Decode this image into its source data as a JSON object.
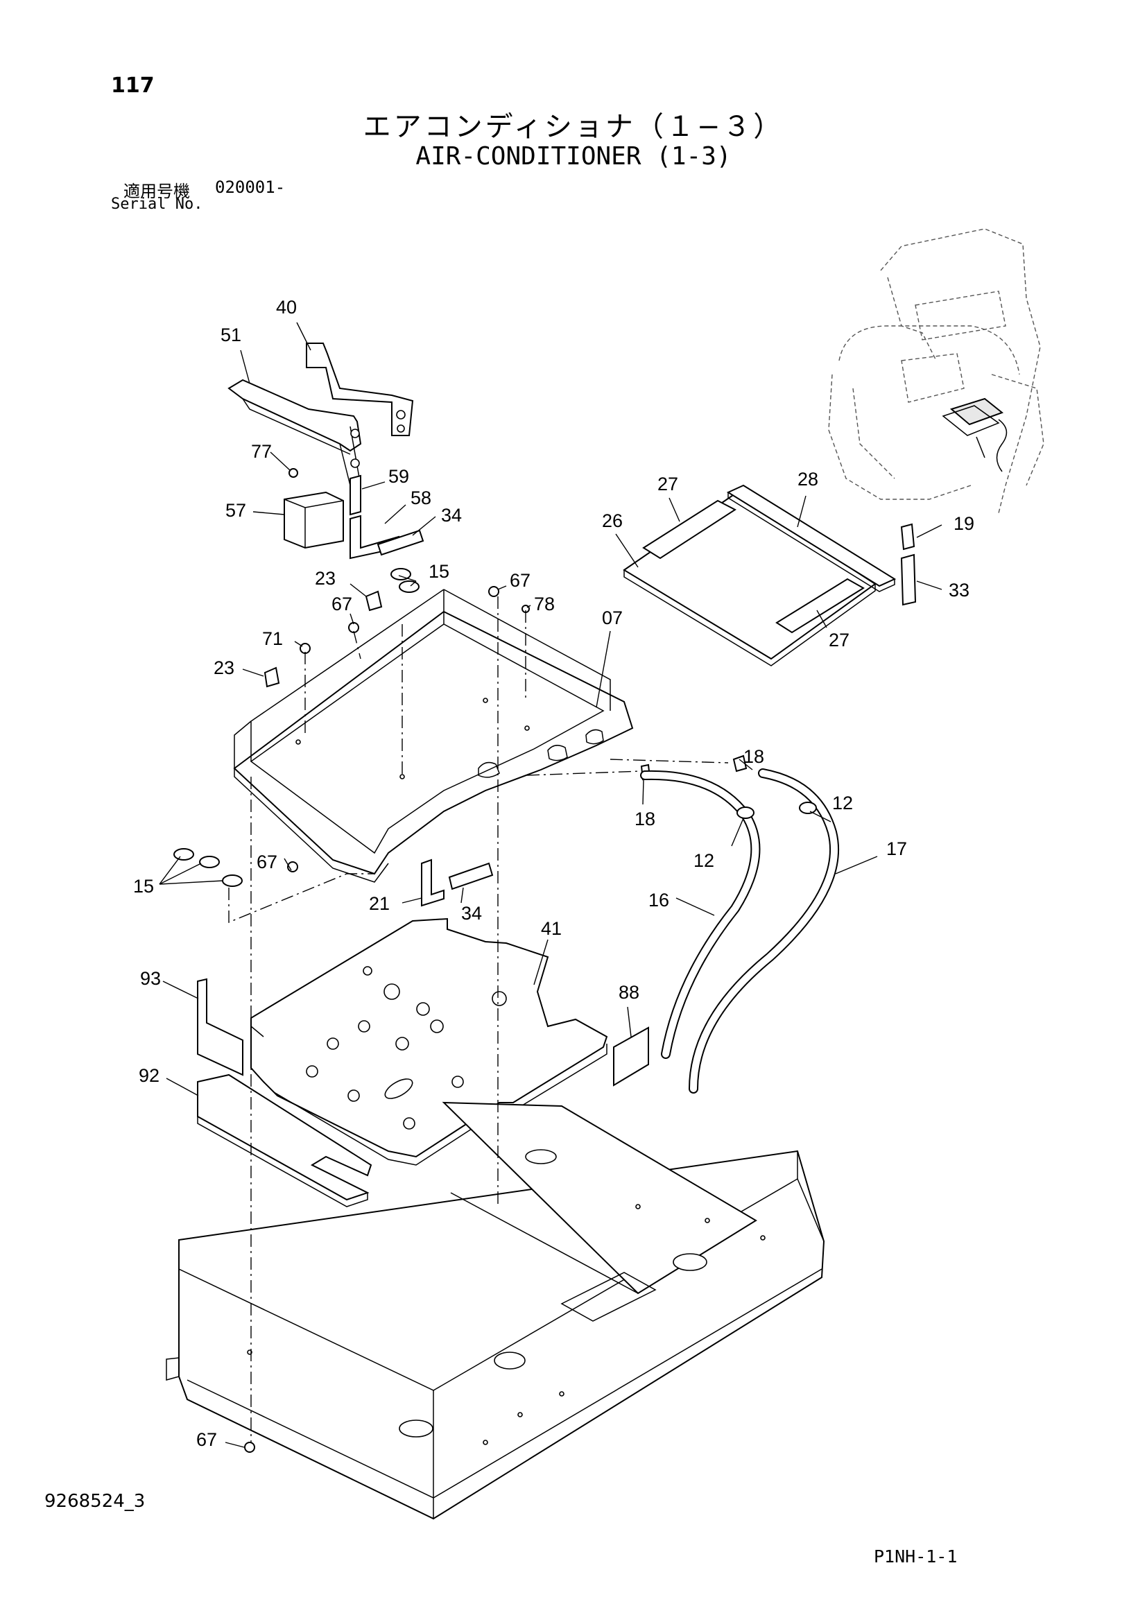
{
  "header": {
    "page_number": "117",
    "title_jp": "エアコンディショナ（１−３）",
    "title_en": "AIR-CONDITIONER (1-3)",
    "serial_label_jp": "適用号機",
    "serial_value": "020001-",
    "serial_label_en": "Serial No."
  },
  "footer": {
    "drawing_number": "9268524_3",
    "page_code": "P1NH-1-1"
  },
  "callouts": {
    "c40": "40",
    "c51": "51",
    "c77": "77",
    "c59": "59",
    "c57": "57",
    "c58": "58",
    "c34a": "34",
    "c15a": "15",
    "c23a": "23",
    "c67a": "67",
    "c67b": "67",
    "c78": "78",
    "c71": "71",
    "c07": "07",
    "c23b": "23",
    "c27a": "27",
    "c28": "28",
    "c26": "26",
    "c27b": "27",
    "c19": "19",
    "c33": "33",
    "c18a": "18",
    "c18b": "18",
    "c12a": "12",
    "c12b": "12",
    "c17": "17",
    "c16": "16",
    "c67c": "67",
    "c15b": "15",
    "c21": "21",
    "c34b": "34",
    "c41": "41",
    "c93": "93",
    "c88": "88",
    "c92": "92",
    "c67d": "67"
  }
}
